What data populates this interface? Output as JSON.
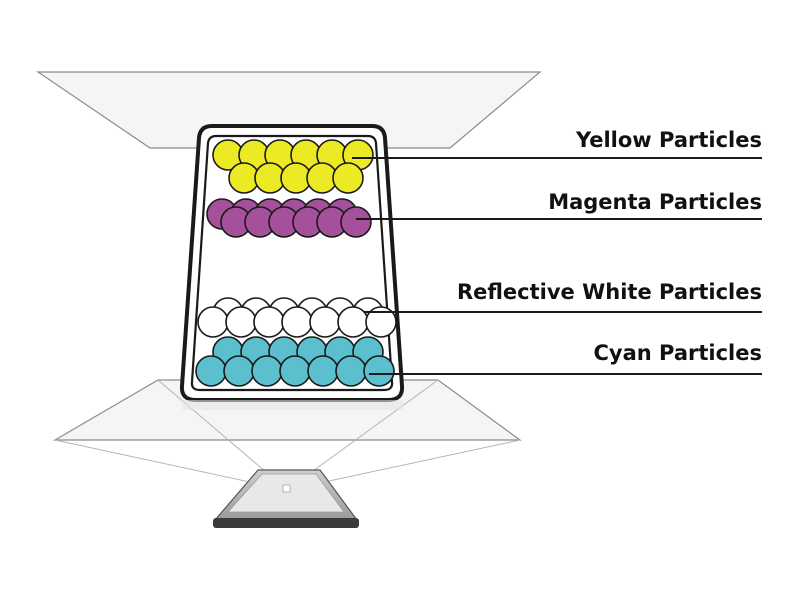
{
  "labels": {
    "yellow": "Yellow Particles",
    "magenta": "Magenta Particles",
    "white": "Reflective White Particles",
    "cyan": "Cyan Particles"
  },
  "colors": {
    "yellow": "#ecea24",
    "magenta": "#a4509a",
    "white": "#ffffff",
    "cyan": "#5bbfcd",
    "outline": "#1a1a1a",
    "panel_fill": "#f5f5f5",
    "panel_stroke": "#8c8c8c"
  }
}
